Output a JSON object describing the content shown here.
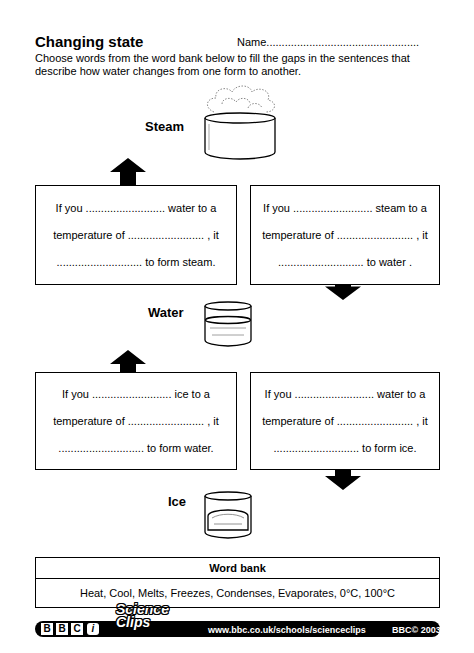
{
  "diagram": {
    "title": "Changing state",
    "nodes": [
      {
        "text": [
          "Steam"
        ]
      },
      {
        "text": [
          "If you .......................... water to a temperature of ......................... , it ............................ to form steam."
        ]
      },
      {
        "text": [
          "If you .......................... steam to a temperature of ......................... , it ............................ to water ."
        ]
      },
      {
        "text": [
          "Water"
        ]
      },
      {
        "text": [
          "If you .......................... ice to a temperature of ......................... , it ............................ to form water."
        ]
      },
      {
        "text": [
          "If you .......................... water to a temperature of ......................... , it ............................ to form ice."
        ]
      },
      {
        "text": [
          "Ice"
        ]
      },
      {
        "text": [
          "Word bank",
          "Heat, Cool, Melts, Freezes, Condenses, Evaporates, 0°C, 100°C"
        ]
      }
    ],
    "edges": [
      {
        "from": 1,
        "to": 0,
        "arrow": "to"
      },
      {
        "from": 2,
        "to": 3,
        "arrow": "to"
      },
      {
        "from": 4,
        "to": 3,
        "arrow": "to"
      },
      {
        "from": 5,
        "to": 6,
        "arrow": "to"
      }
    ],
    "labels": [
      "Name..................................................",
      "Choose words from the word bank below to fill the gaps in the sentences that describe how water changes from one form to another.",
      "B",
      "B",
      "C",
      "i",
      "Science Clips",
      "www.bbc.co.uk/schools/scienceclips",
      "BBC© 2003"
    ]
  }
}
